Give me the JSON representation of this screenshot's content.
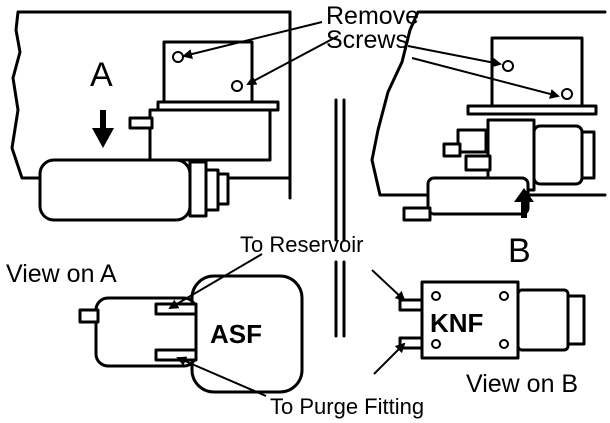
{
  "labels": {
    "remove_screws_line1": "Remove",
    "remove_screws_line2": "Screws",
    "view_a_marker": "A",
    "view_b_marker": "B",
    "view_on_a": "View on A",
    "view_on_b": "View on B",
    "to_reservoir": "To Reservoir",
    "to_purge_fitting": "To Purge Fitting",
    "asf": "ASF",
    "knf": "KNF"
  }
}
